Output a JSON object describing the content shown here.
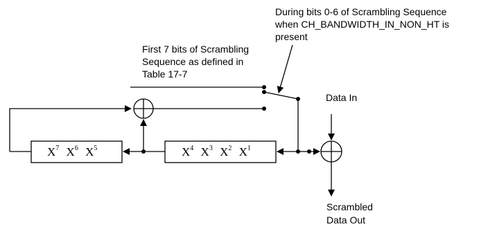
{
  "labels": {
    "switch_note": [
      "During bits 0-6 of Scrambling Sequence",
      "when CH_BANDWIDTH_IN_NON_HT is",
      "present"
    ],
    "init_bits": [
      "First 7 bits of Scrambling",
      "Sequence as defined in",
      "Table 17-7"
    ],
    "data_in": "Data In",
    "data_out": [
      "Scrambled",
      "Data Out"
    ]
  },
  "registers": {
    "left": [
      {
        "base": "X",
        "exp": "7"
      },
      {
        "base": "X",
        "exp": "6"
      },
      {
        "base": "X",
        "exp": "5"
      }
    ],
    "right": [
      {
        "base": "X",
        "exp": "4"
      },
      {
        "base": "X",
        "exp": "3"
      },
      {
        "base": "X",
        "exp": "2"
      },
      {
        "base": "X",
        "exp": "1"
      }
    ]
  }
}
